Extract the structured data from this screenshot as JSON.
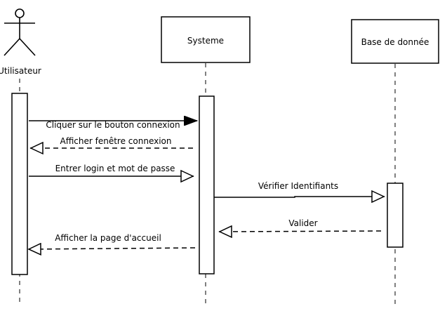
{
  "participants": {
    "actor": {
      "label": "Utilisateur",
      "icon": "stick-figure-icon"
    },
    "system": {
      "label": "Systeme"
    },
    "database": {
      "label": "Base de donnée"
    }
  },
  "messages": [
    {
      "id": "m1",
      "label": "Cliquer sur le bouton connexion",
      "from": "Utilisateur",
      "to": "Systeme",
      "kind": "synchronous"
    },
    {
      "id": "m2",
      "label": "Afficher fenêtre connexion",
      "from": "Systeme",
      "to": "Utilisateur",
      "kind": "return"
    },
    {
      "id": "m3",
      "label": "Entrer login et mot de passe",
      "from": "Utilisateur",
      "to": "Systeme",
      "kind": "asynchronous"
    },
    {
      "id": "m4",
      "label": "Vérifier Identifiants",
      "from": "Systeme",
      "to": "Base de donnée",
      "kind": "asynchronous"
    },
    {
      "id": "m5",
      "label": "Valider",
      "from": "Base de donnée",
      "to": "Systeme",
      "kind": "return"
    },
    {
      "id": "m6",
      "label": "Afficher la page d'accueil",
      "from": "Systeme",
      "to": "Utilisateur",
      "kind": "return"
    }
  ],
  "colors": {
    "stroke": "#000000",
    "background": "#ffffff"
  }
}
